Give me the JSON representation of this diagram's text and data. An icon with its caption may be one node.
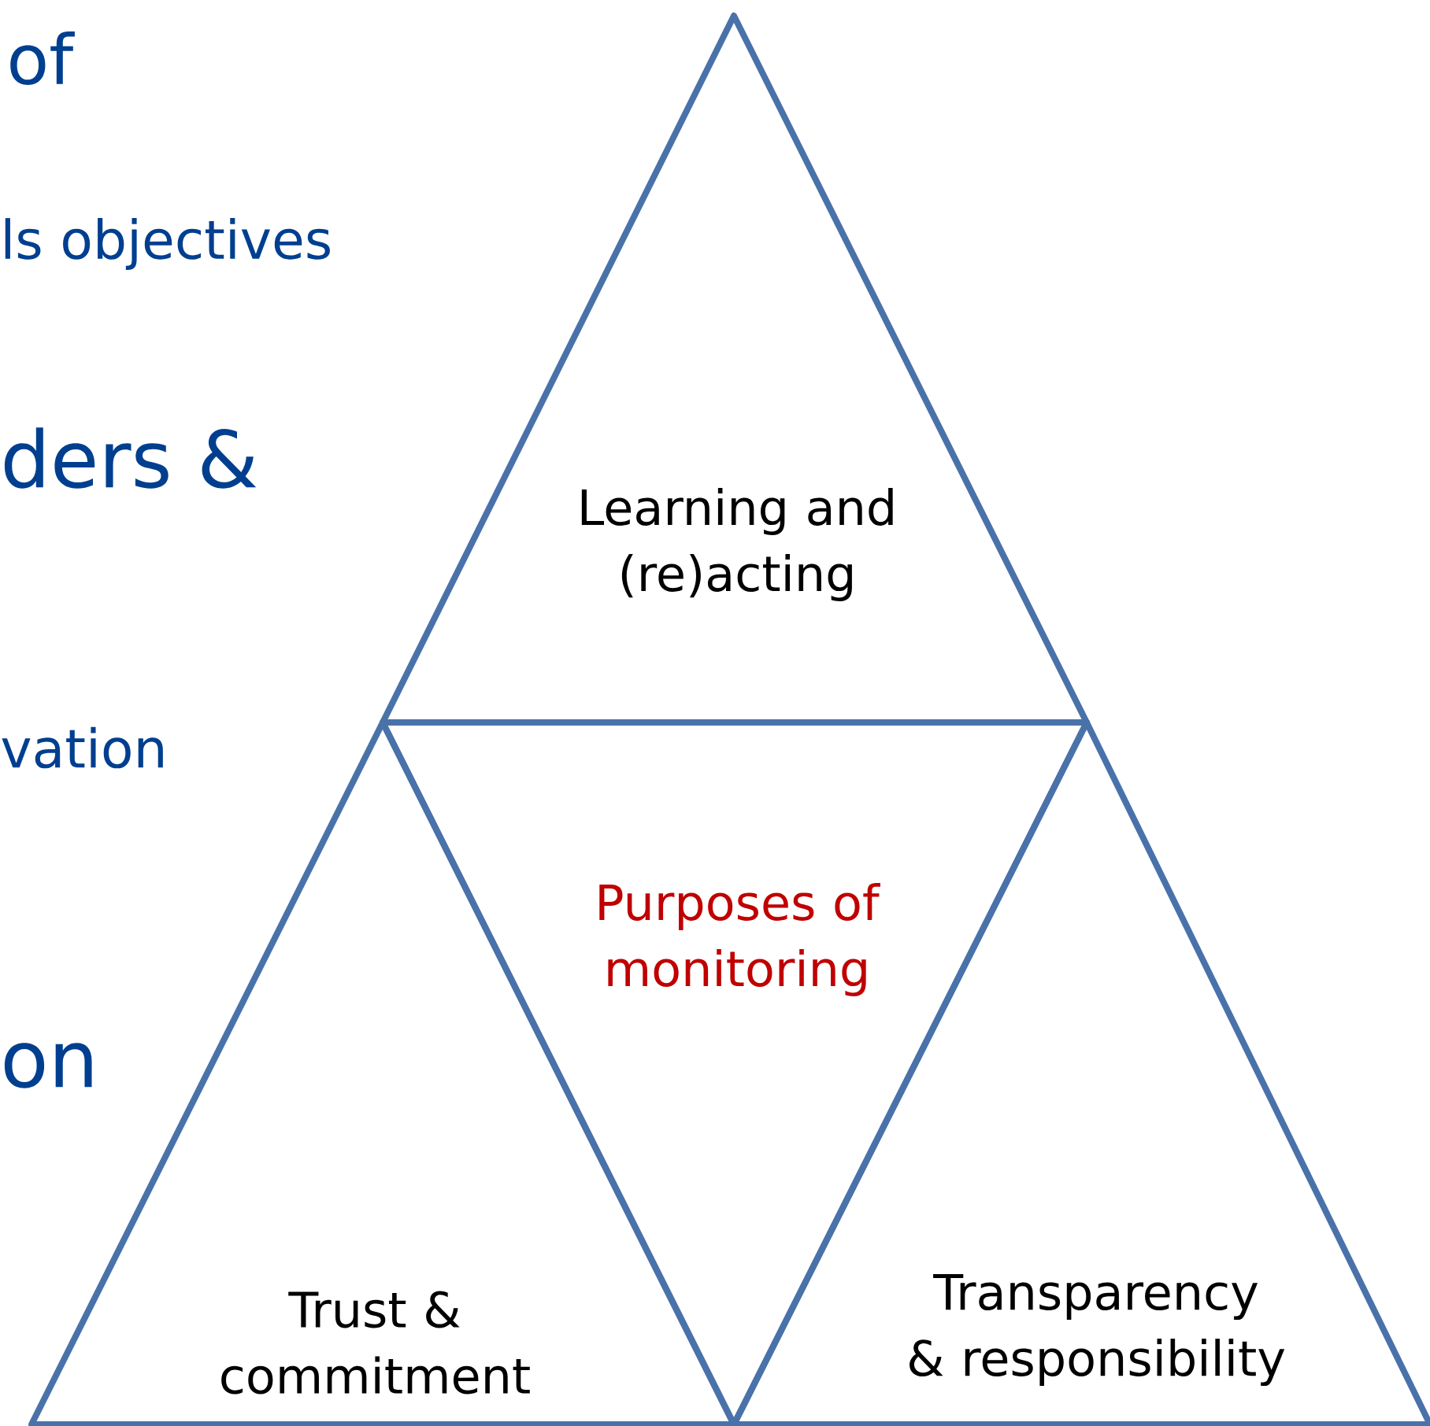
{
  "diagram": {
    "nodes": [
      {
        "text": [
          "Learning and (re)acting"
        ]
      },
      {
        "text": [
          "Purposes of monitoring"
        ]
      },
      {
        "text": [
          "Trust & commitment"
        ]
      },
      {
        "text": [
          "Transparency & responsibility"
        ]
      }
    ],
    "labels": [
      "of",
      "ls objectives",
      "ders &",
      "vation",
      "on"
    ]
  }
}
